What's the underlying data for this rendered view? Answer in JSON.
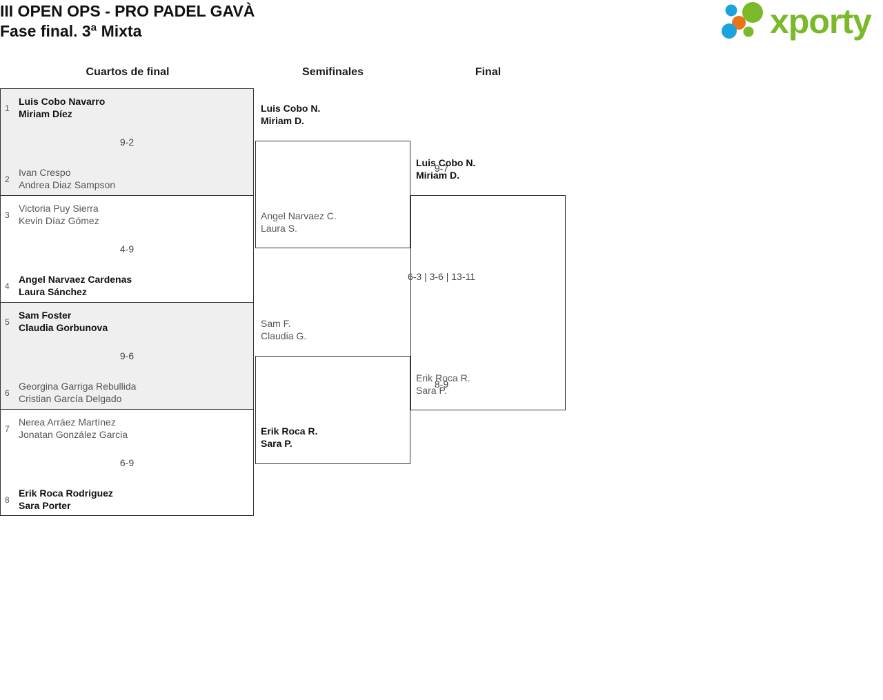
{
  "header": {
    "title_line1": "III OPEN OPS - PRO PADEL GAVÀ",
    "title_line2": "Fase final. 3ª Mixta",
    "logo_text": "xporty",
    "logo_colors": {
      "green": "#7AB929",
      "blue": "#1CA3DD",
      "orange": "#E8751A"
    }
  },
  "rounds": [
    {
      "label": "Cuartos de final"
    },
    {
      "label": "Semifinales"
    },
    {
      "label": "Final"
    }
  ],
  "quarterfinals": [
    {
      "shaded": true,
      "score": "9-2",
      "top": {
        "seed": "1",
        "p1": "Luis Cobo Navarro",
        "p2": "Miriam Díez",
        "winner": true
      },
      "bottom": {
        "seed": "2",
        "p1": "Ivan Crespo",
        "p2": "Andrea Diaz Sampson",
        "winner": false
      }
    },
    {
      "shaded": false,
      "score": "4-9",
      "top": {
        "seed": "3",
        "p1": "Victoria Puy Sierra",
        "p2": "Kevin Díaz Gómez",
        "winner": false
      },
      "bottom": {
        "seed": "4",
        "p1": "Angel Narvaez Cardenas",
        "p2": "Laura Sánchez",
        "winner": true
      }
    },
    {
      "shaded": true,
      "score": "9-6",
      "top": {
        "seed": "5",
        "p1": "Sam Foster",
        "p2": "Claudia Gorbunova",
        "winner": true
      },
      "bottom": {
        "seed": "6",
        "p1": "Georgina Garriga Rebullida",
        "p2": "Cristian García Delgado",
        "winner": false
      }
    },
    {
      "shaded": false,
      "score": "6-9",
      "top": {
        "seed": "7",
        "p1": "Nerea Arráez Martínez",
        "p2": "Jonatan González Garcia",
        "winner": false
      },
      "bottom": {
        "seed": "8",
        "p1": "Erik Roca Rodriguez",
        "p2": "Sara Porter",
        "winner": true
      }
    }
  ],
  "semifinals": [
    {
      "score": "9-7",
      "top": {
        "p1": "Luis Cobo N.",
        "p2": "Miriam D.",
        "winner": true
      },
      "bottom": {
        "p1": "Angel Narvaez C.",
        "p2": "Laura S.",
        "winner": false
      }
    },
    {
      "score": "8-9",
      "top": {
        "p1": "Sam F.",
        "p2": "Claudia G.",
        "winner": false
      },
      "bottom": {
        "p1": "Erik Roca R.",
        "p2": "Sara P.",
        "winner": true
      }
    }
  ],
  "final": [
    {
      "score": "6-3 | 3-6 | 13-11",
      "top": {
        "p1": "Luis Cobo N.",
        "p2": "Miriam D.",
        "winner": true
      },
      "bottom": {
        "p1": "Erik Roca R.",
        "p2": "Sara P.",
        "winner": false
      }
    }
  ]
}
